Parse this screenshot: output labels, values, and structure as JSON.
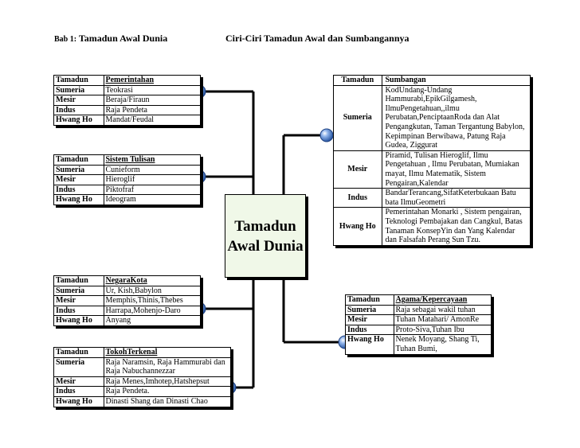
{
  "header": {
    "bab": "Bab 1:",
    "left_title": "Tamadun Awal Dunia",
    "right_title": "Ciri-Ciri Tamadun Awal dan Sumbangannya"
  },
  "center": {
    "line1": "Tamadun",
    "line2": "Awal Dunia"
  },
  "pemerintahan": {
    "head": [
      "Tamadun",
      "Pemerintahan"
    ],
    "rows": [
      [
        "Sumeria",
        "Teokrasi"
      ],
      [
        "Mesir",
        "Beraja/Firaun"
      ],
      [
        "Indus",
        "Raja Pendeta"
      ],
      [
        "Hwang Ho",
        "Mandat/Feudal"
      ]
    ]
  },
  "tulisan": {
    "head": [
      "Tamadun",
      "Sistem Tulisan"
    ],
    "rows": [
      [
        "Sumeria",
        "Cunieform"
      ],
      [
        "Mesir",
        "Hieroglif"
      ],
      [
        "Indus",
        "Piktofraf"
      ],
      [
        "Hwang Ho",
        "Ideogram"
      ]
    ]
  },
  "negarakota": {
    "head": [
      "Tamadun",
      "NegaraKota"
    ],
    "rows": [
      [
        "Sumeria",
        "Ur, Kish,Babylon"
      ],
      [
        "Mesir",
        "Memphis,Thinis,Thebes"
      ],
      [
        "Indus",
        "Harrapa,Mohenjo-Daro"
      ],
      [
        "Hwang Ho",
        "Anyang"
      ]
    ]
  },
  "tokoh": {
    "head": [
      "Tamadun",
      "TokohTerkenal"
    ],
    "rows": [
      [
        "Sumeria",
        "Raja Naramsin, Raja Hammurabi dan Raja Nabuchannezzar"
      ],
      [
        "Mesir",
        "Raja Menes,Imhotep,Hatshepsut"
      ],
      [
        "Indus",
        "Raja Pendeta."
      ],
      [
        "Hwang Ho",
        "Dinasti Shang dan Dinasti Chao"
      ]
    ]
  },
  "sumbangan": {
    "head": [
      "Tamadun",
      "Sumbangan"
    ],
    "rows": [
      [
        "Sumeria",
        "KodUndang-Undang Hammurabi,EpikGilgamesh, IlmuPengetahuan,,ilmu Perubatan,PenciptaanRoda dan Alat Pengangkutan, Taman Tergantung Babylon, Kepimpinan Berwibawa, Patung Raja Gudea, Ziggurat"
      ],
      [
        "Mesir",
        "Piramid, Tulisan Hieroglif, Ilmu Pengetahuan , Ilmu Perubatan, Mumiakan mayat, Ilmu Matematik, Sistem Pengairan,Kalendar"
      ],
      [
        "Indus",
        "BandarTerancang,SifatKeterbukaan Batu bata IlmuGeometri"
      ],
      [
        "Hwang Ho",
        "Pemerintahan Monarki , Sistem pengairan, Teknologi Pembajakan dan Cangkul, Batas Tanaman KonsepYin dan Yang Kalendar dan Falsafah Perang Sun Tzu."
      ]
    ]
  },
  "agama": {
    "head": [
      "Tamadun",
      "Agama/Kepercayaan"
    ],
    "rows": [
      [
        "Sumeria",
        "Raja sebagai wakil tuhan"
      ],
      [
        "Mesir",
        "Tuhan Matahari/ AmonRe"
      ],
      [
        "Indus",
        "Proto-Siva,Tuhan Ibu"
      ],
      [
        "Hwang Ho",
        "Nenek Moyang, Shang Ti, Tuhan Bumi,"
      ]
    ]
  },
  "colors": {
    "node_blue": "#3a6fc4",
    "center_fill": "#f0f8e8"
  }
}
